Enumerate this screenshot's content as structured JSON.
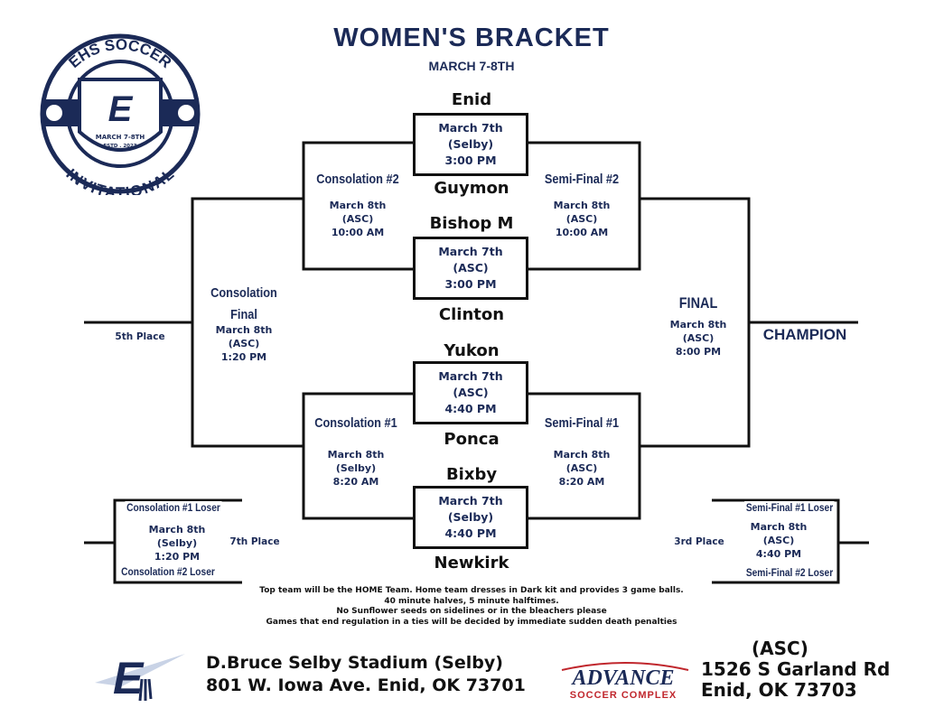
{
  "header": {
    "title": "WOMEN'S BRACKET",
    "subtitle": "MARCH 7-8TH"
  },
  "logo": {
    "top_text": "EHS SOCCER",
    "bottom_text": "INVITATIONAL",
    "dates": "MARCH 7-8TH",
    "established": "ESTD . 2023",
    "letter": "E"
  },
  "games": [
    {
      "top": "Enid",
      "bottom": "Guymon",
      "date": "March 7th",
      "venue": "(Selby)",
      "time": "3:00 PM"
    },
    {
      "top": "Bishop M",
      "bottom": "Clinton",
      "date": "March 7th",
      "venue": "(ASC)",
      "time": "3:00 PM"
    },
    {
      "top": "Yukon",
      "bottom": "Ponca",
      "date": "March 7th",
      "venue": "(ASC)",
      "time": "4:40 PM"
    },
    {
      "top": "Bixby",
      "bottom": "Newkirk",
      "date": "March 7th",
      "venue": "(Selby)",
      "time": "4:40 PM"
    }
  ],
  "rounds": {
    "consolation2": {
      "name": "Consolation #2",
      "date": "March 8th",
      "venue": "(ASC)",
      "time": "10:00 AM"
    },
    "semi2": {
      "name": "Semi-Final #2",
      "date": "March 8th",
      "venue": "(ASC)",
      "time": "10:00 AM"
    },
    "consolation1": {
      "name": "Consolation #1",
      "date": "March 8th",
      "venue": "(Selby)",
      "time": "8:20 AM"
    },
    "semi1": {
      "name": "Semi-Final #1",
      "date": "March 8th",
      "venue": "(ASC)",
      "time": "8:20 AM"
    },
    "consolation_final": {
      "name1": "Consolation",
      "name2": "Final",
      "date": "March 8th",
      "venue": "(ASC)",
      "time": "1:20 PM"
    },
    "final": {
      "name": "FINAL",
      "date": "March 8th",
      "venue": "(ASC)",
      "time": "8:00 PM"
    },
    "seventh": {
      "top": "Consolation #1 Loser",
      "bottom": "Consolation #2 Loser",
      "date": "March 8th",
      "venue": "(Selby)",
      "time": "1:20 PM",
      "label": "7th Place"
    },
    "third": {
      "top": "Semi-Final #1 Loser",
      "bottom": "Semi-Final #2 Loser",
      "date": "March 8th",
      "venue": "(ASC)",
      "time": "4:40 PM",
      "label": "3rd Place"
    }
  },
  "fifth_label": "5th Place",
  "champion_label": "CHAMPION",
  "notes": [
    "Top team will be the HOME Team. Home team dresses in Dark kit and provides 3 game balls.",
    "40 minute halves, 5 minute halftimes.",
    "No Sunflower seeds on sidelines or in the bleachers please",
    "Games that end regulation in a ties will be decided by immediate sudden death penalties"
  ],
  "venues": {
    "selby": {
      "name": "D.Bruce Selby Stadium (Selby)",
      "address": "801 W. Iowa Ave. Enid, OK 73701"
    },
    "asc": {
      "abbr": "(ASC)",
      "street": "1526 S Garland Rd",
      "city": "Enid, OK 73703",
      "logo_main": "ADVANCE",
      "logo_sub": "SOCCER COMPLEX"
    }
  },
  "colors": {
    "navy": "#1b2a57",
    "line": "#111111",
    "red": "#c0272d"
  }
}
